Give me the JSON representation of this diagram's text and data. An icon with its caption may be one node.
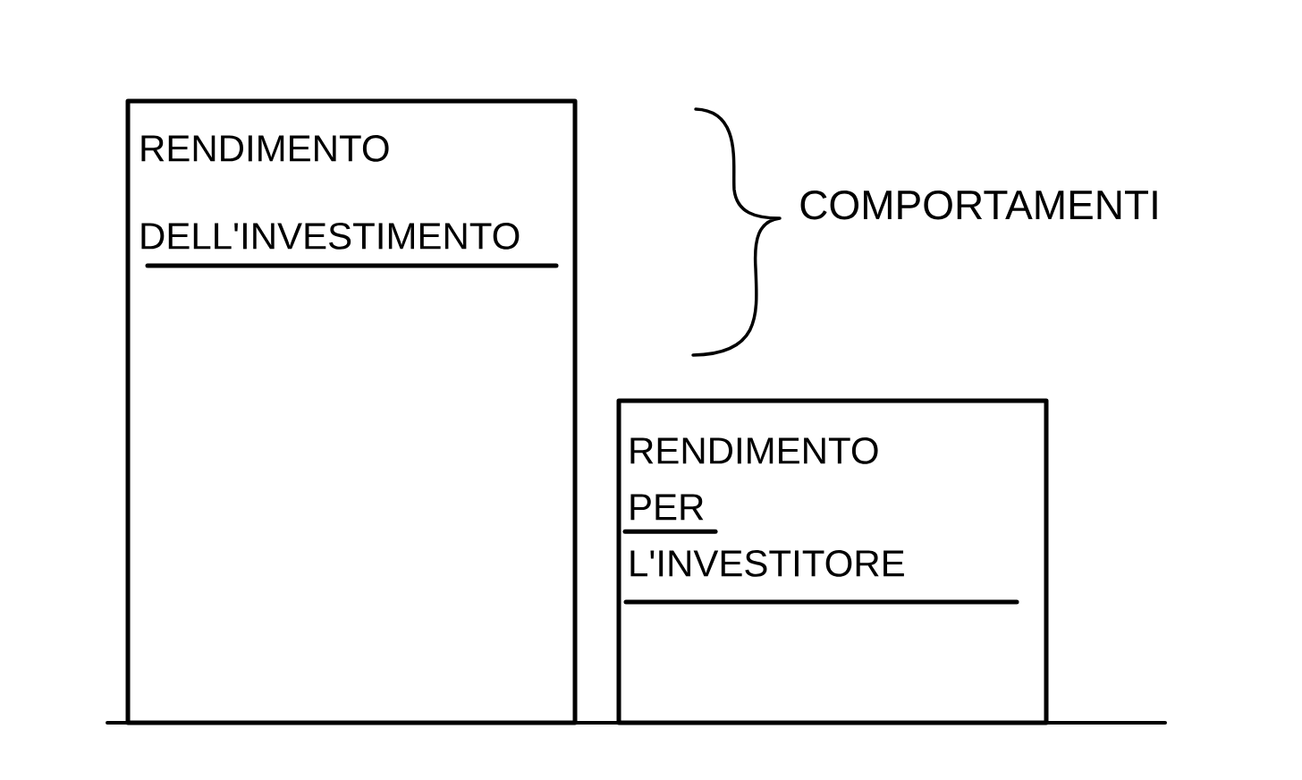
{
  "diagram": {
    "nodes": [
      {
        "text": [
          "RENDIMENTO DELL'INVESTIMENTO"
        ]
      },
      {
        "text": [
          "RENDIMENTO PER L'INVESTITORE"
        ]
      }
    ],
    "labels": [
      "COMPORTAMENTI"
    ]
  }
}
